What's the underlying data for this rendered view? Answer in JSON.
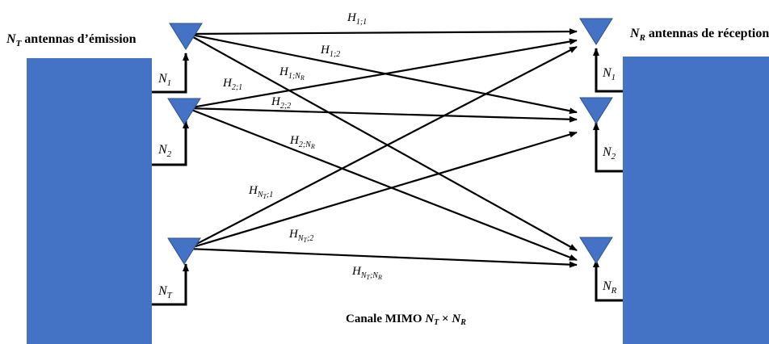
{
  "colors": {
    "block": "#4472c4",
    "antenna": "#4472c4",
    "line": "#000000",
    "text": "#000000"
  },
  "titles": {
    "tx": {
      "sym": "N",
      "sub": "T",
      "text": " antennas d’émission"
    },
    "rx": {
      "sym": "N",
      "sub": "R",
      "text": " antennas de réception"
    },
    "canal": {
      "text": "Canale MIMO ",
      "a": "N",
      "asub": "T",
      "op": " × ",
      "b": "N",
      "bsub": "R"
    }
  },
  "tx_labels": [
    {
      "sym": "N",
      "sub": "1"
    },
    {
      "sym": "N",
      "sub": "2"
    },
    {
      "sym": "N",
      "sub": "T"
    }
  ],
  "rx_labels": [
    {
      "sym": "N",
      "sub": "1"
    },
    {
      "sym": "N",
      "sub": "2"
    },
    {
      "sym": "N",
      "sub": "R"
    }
  ],
  "channels": [
    {
      "sym": "H",
      "sub": "1;1"
    },
    {
      "sym": "H",
      "sub": "1;2"
    },
    {
      "sym": "H",
      "sub": "1;N",
      "subsub": "R"
    },
    {
      "sym": "H",
      "sub": "2;1"
    },
    {
      "sym": "H",
      "sub": "2;2"
    },
    {
      "sym": "H",
      "sub": "2;N",
      "subsub": "R"
    },
    {
      "sym": "H",
      "sub": "N",
      "subsub": "T",
      "tail": ";1"
    },
    {
      "sym": "H",
      "sub": "N",
      "subsub": "T",
      "tail": ";2"
    },
    {
      "sym": "H",
      "sub": "N",
      "subsub": "T",
      "tail": ";N",
      "subsub2": "R"
    }
  ],
  "icons": {
    "antenna": "antenna-icon",
    "arrow": "arrow-icon"
  }
}
